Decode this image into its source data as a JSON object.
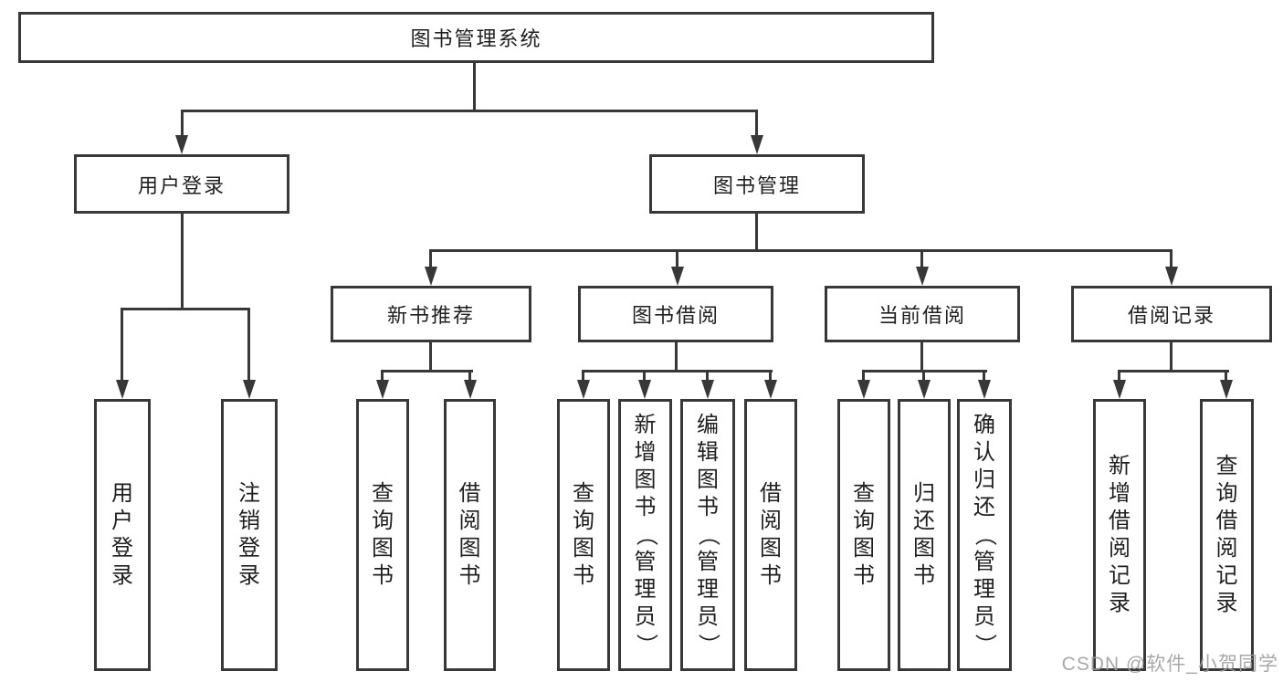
{
  "diagram": {
    "tree": {
      "label": "图书管理系统",
      "children": [
        {
          "label": "用户登录",
          "children": [
            {
              "label": "用户登录"
            },
            {
              "label": "注销登录"
            }
          ]
        },
        {
          "label": "图书管理",
          "children": [
            {
              "label": "新书推荐",
              "children": [
                {
                  "label": "查询图书"
                },
                {
                  "label": "借阅图书"
                }
              ]
            },
            {
              "label": "图书借阅",
              "children": [
                {
                  "label": "查询图书"
                },
                {
                  "label": "新增图书（管理员）"
                },
                {
                  "label": "编辑图书（管理员）"
                },
                {
                  "label": "借阅图书"
                }
              ]
            },
            {
              "label": "当前借阅",
              "children": [
                {
                  "label": "查询图书"
                },
                {
                  "label": "归还图书"
                },
                {
                  "label": "确认归还（管理员）"
                }
              ]
            },
            {
              "label": "借阅记录",
              "children": [
                {
                  "label": "新增借阅记录"
                },
                {
                  "label": "查询借阅记录"
                }
              ]
            }
          ]
        }
      ]
    },
    "colors": {
      "line": "#383838",
      "box_border": "#383838",
      "text": "#1f1f1f",
      "background": "#ffffff",
      "watermark": "#9e9e9e"
    }
  },
  "watermark": {
    "text": "CSDN @软件_小贺同学"
  }
}
